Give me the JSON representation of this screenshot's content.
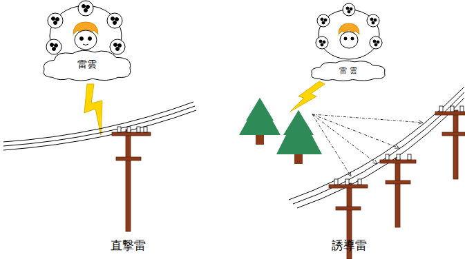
{
  "diagram": {
    "nodes": [
      {
        "text": [
          "雷雲"
        ]
      },
      {
        "text": [
          "雷 雲"
        ]
      }
    ],
    "labels": [
      "直撃雷",
      "誘導雷"
    ]
  }
}
